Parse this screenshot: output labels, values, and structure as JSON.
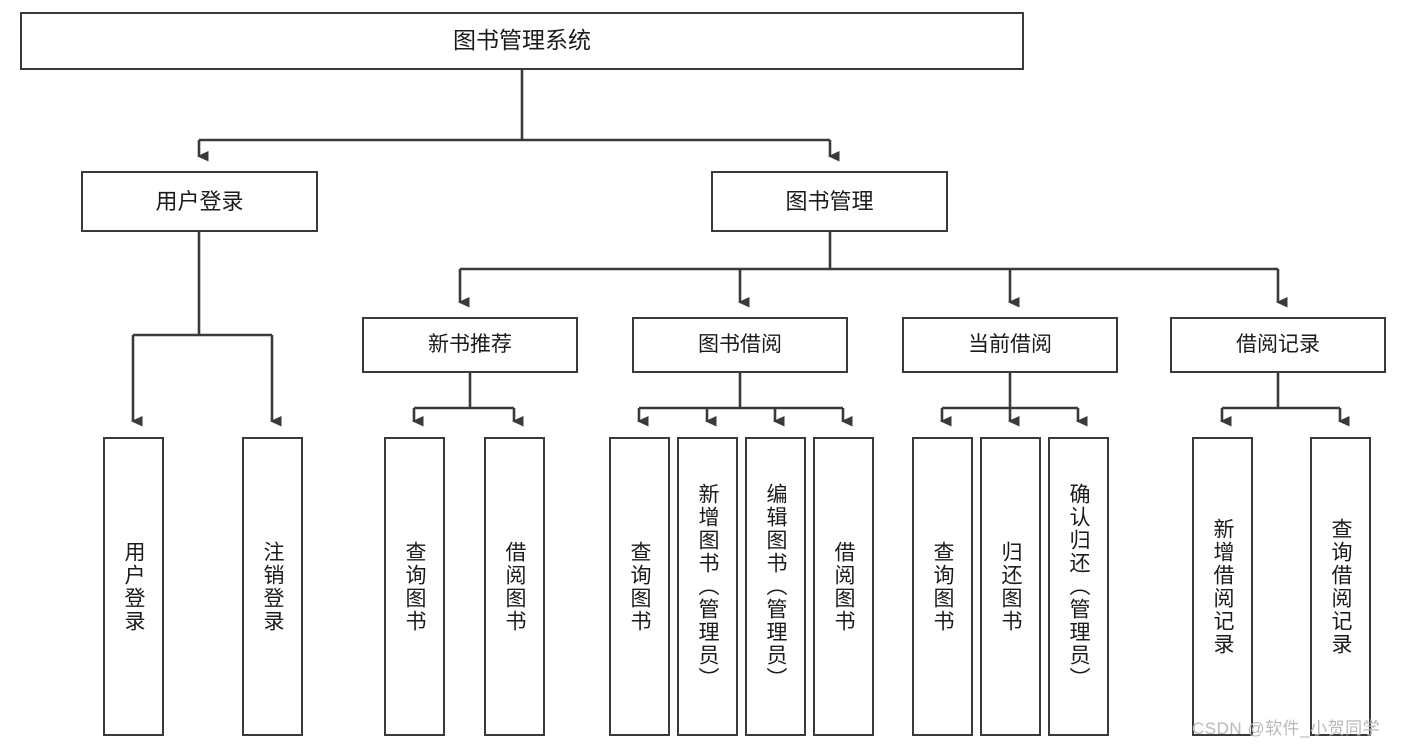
{
  "diagram": {
    "type": "tree-hierarchy",
    "title": "图书管理系统",
    "root": {
      "id": "root",
      "label": "图书管理系统"
    },
    "level1": [
      {
        "id": "user-login",
        "label": "用户登录"
      },
      {
        "id": "book-manage",
        "label": "图书管理"
      }
    ],
    "level2": [
      {
        "id": "new-book-recommend",
        "label": "新书推荐",
        "parent": "book-manage"
      },
      {
        "id": "book-borrow",
        "label": "图书借阅",
        "parent": "book-manage"
      },
      {
        "id": "current-borrow",
        "label": "当前借阅",
        "parent": "book-manage"
      },
      {
        "id": "borrow-record",
        "label": "借阅记录",
        "parent": "book-manage"
      }
    ],
    "leaves": [
      {
        "id": "leaf-user-login",
        "label": "用户登录",
        "parent": "user-login"
      },
      {
        "id": "leaf-user-logout",
        "label": "注销登录",
        "parent": "user-login"
      },
      {
        "id": "leaf-query-book-1",
        "label": "查询图书",
        "parent": "new-book-recommend"
      },
      {
        "id": "leaf-borrow-book-1",
        "label": "借阅图书",
        "parent": "new-book-recommend"
      },
      {
        "id": "leaf-query-book-2",
        "label": "查询图书",
        "parent": "book-borrow"
      },
      {
        "id": "leaf-add-book",
        "label": "新增图书（管理员）",
        "parent": "book-borrow"
      },
      {
        "id": "leaf-edit-book",
        "label": "编辑图书（管理员）",
        "parent": "book-borrow"
      },
      {
        "id": "leaf-borrow-book-2",
        "label": "借阅图书",
        "parent": "book-borrow"
      },
      {
        "id": "leaf-query-book-3",
        "label": "查询图书",
        "parent": "current-borrow"
      },
      {
        "id": "leaf-return-book",
        "label": "归还图书",
        "parent": "current-borrow"
      },
      {
        "id": "leaf-confirm-return",
        "label": "确认归还（管理员）",
        "parent": "current-borrow"
      },
      {
        "id": "leaf-add-record",
        "label": "新增借阅记录",
        "parent": "borrow-record"
      },
      {
        "id": "leaf-query-record",
        "label": "查询借阅记录",
        "parent": "borrow-record"
      }
    ]
  },
  "watermark": {
    "text": "CSDN @软件_小贺同学"
  },
  "colors": {
    "stroke": "#3a3a3a",
    "text": "#1b1b1b",
    "background": "#ffffff",
    "watermark": "#b9b9b9"
  }
}
